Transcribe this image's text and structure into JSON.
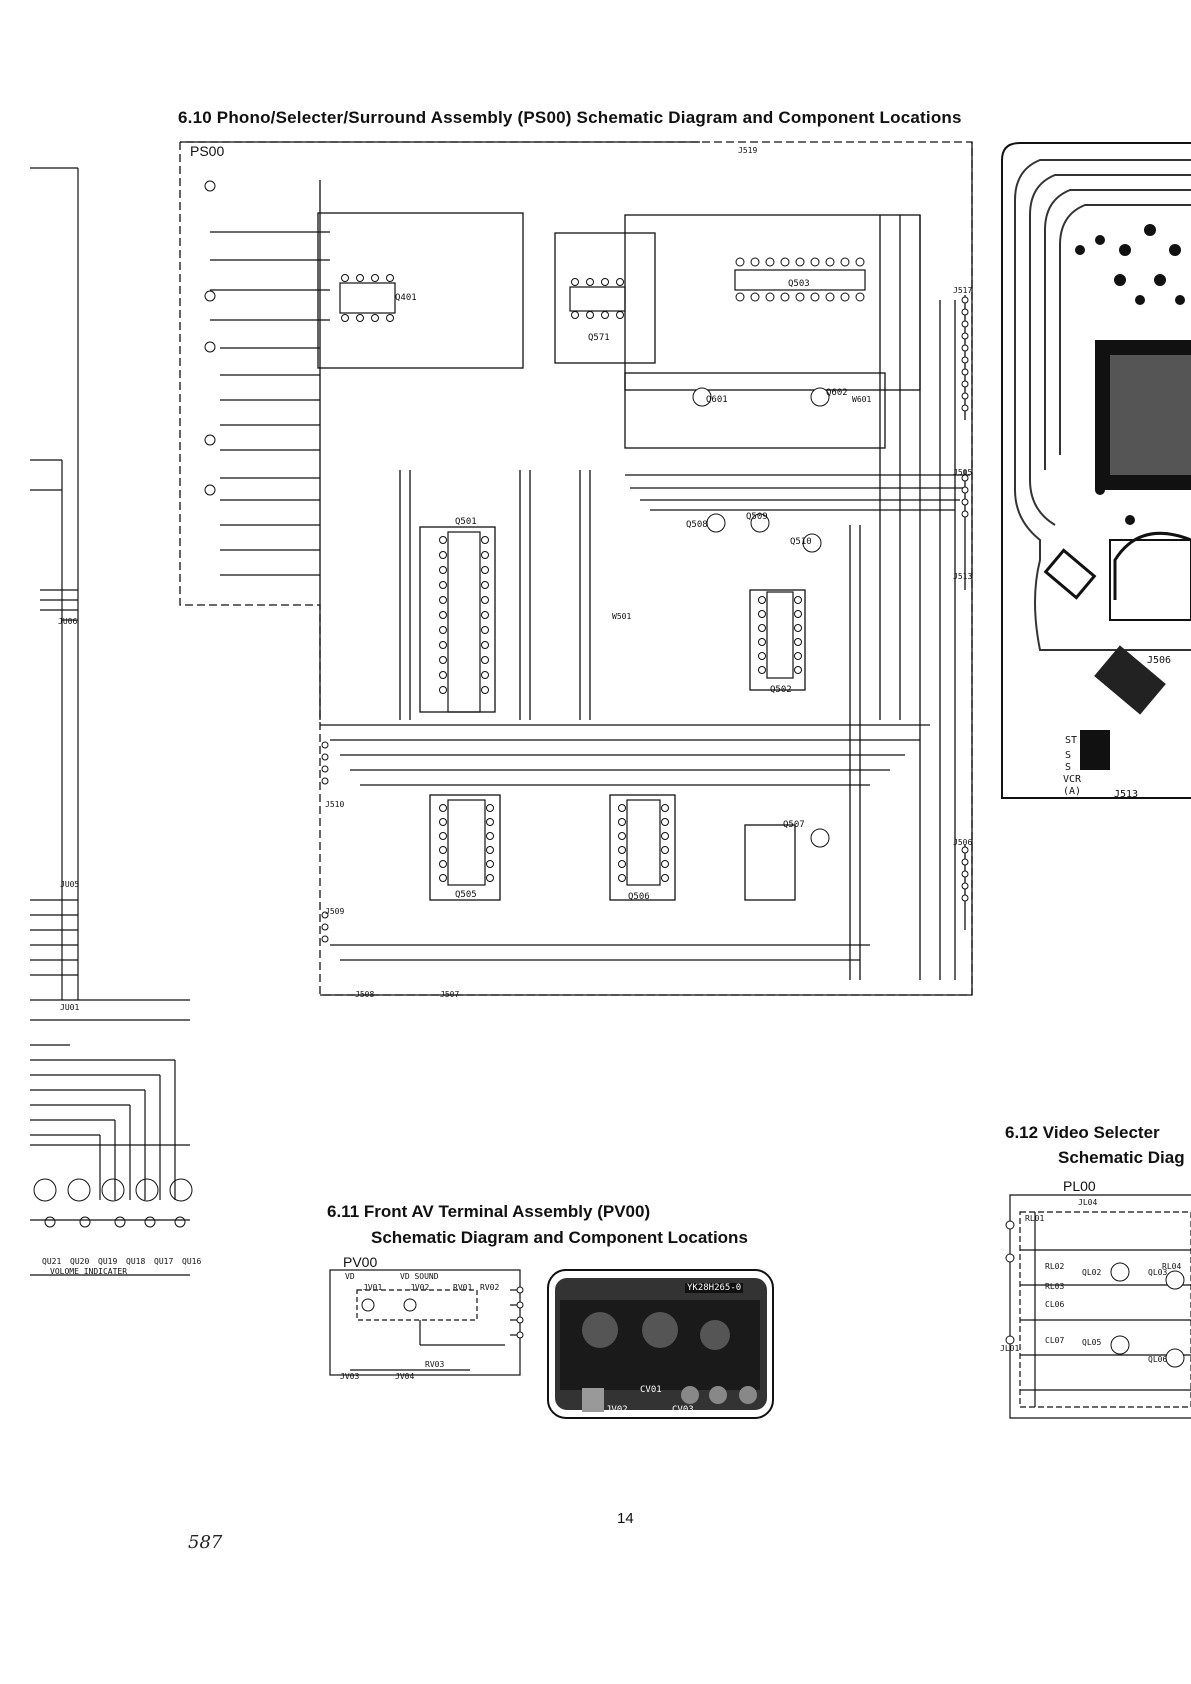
{
  "headings": {
    "ps00": "6.10 Phono/Selecter/Surround Assembly (PS00) Schematic Diagram and Component Locations",
    "pv00_line1": "6.11 Front AV Terminal Assembly (PV00)",
    "pv00_line2": "Schematic Diagram and Component Locations",
    "pl00_line1": "6.12 Video Selecter",
    "pl00_line2": "Schematic Diag"
  },
  "box_labels": {
    "ps00": "PS00",
    "pv00": "PV00",
    "pl00": "PL00"
  },
  "ps00_parts": {
    "ics": [
      "Q401",
      "Q501",
      "Q502",
      "Q503",
      "Q505",
      "Q506",
      "Q507",
      "Q571"
    ],
    "transistors": [
      "Q601",
      "Q602",
      "Q508",
      "Q509",
      "Q510"
    ],
    "connectors": [
      "J517",
      "J505",
      "J506",
      "J508",
      "J507",
      "J510",
      "J509",
      "J513",
      "J519",
      "W501",
      "W601"
    ]
  },
  "pv00_parts": {
    "labels": [
      "VD",
      "VD SOUND",
      "JV01",
      "JV02",
      "JV03",
      "JV04",
      "RV01",
      "RV02",
      "RV03",
      "JV02",
      "CV03",
      "CV01"
    ],
    "board_code": "YK28H265-0"
  },
  "pl00_parts": {
    "labels": [
      "QL02",
      "QL03",
      "QL05",
      "QL06",
      "RL01",
      "RL02",
      "RL03",
      "RL04",
      "CL06",
      "CL07",
      "JL04",
      "JL01"
    ]
  },
  "right_board": {
    "labels": [
      "J506",
      "J513",
      "ST",
      "S",
      "S",
      "VCR",
      "(A)"
    ]
  },
  "left_strip": {
    "labels": [
      "QU21",
      "QU20",
      "QU19",
      "QU18",
      "QU17",
      "QU16",
      "VOLOME INDICATER",
      "JU01",
      "JU05",
      "JU06"
    ]
  },
  "page_number": "14",
  "handwritten": "587"
}
